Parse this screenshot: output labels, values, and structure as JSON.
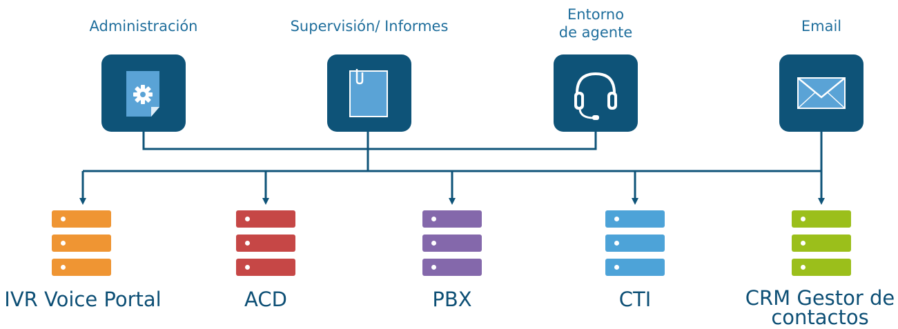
{
  "top_nodes": [
    {
      "label": "Administración",
      "icon": "document-gear-icon"
    },
    {
      "label": "Supervisión/ Informes",
      "icon": "clipboard-icon"
    },
    {
      "label": "Entorno\nde agente",
      "icon": "headset-icon"
    },
    {
      "label": "Email",
      "icon": "envelope-icon"
    }
  ],
  "bottom_nodes": [
    {
      "label": "IVR Voice Portal",
      "color": "#ef9533",
      "icon": "server-icon"
    },
    {
      "label": "ACD",
      "color": "#c64746",
      "icon": "server-icon"
    },
    {
      "label": "PBX",
      "color": "#8468ab",
      "icon": "server-icon"
    },
    {
      "label": "CTI",
      "color": "#4da3d8",
      "icon": "server-icon"
    },
    {
      "label": "CRM Gestor de\ncontactos",
      "color": "#9bbf1b",
      "icon": "server-icon"
    }
  ],
  "colors": {
    "tile": "#0e5378",
    "connector": "#0e5378",
    "label": "#1f6e9c",
    "icon_light": "#5aa3d6"
  }
}
